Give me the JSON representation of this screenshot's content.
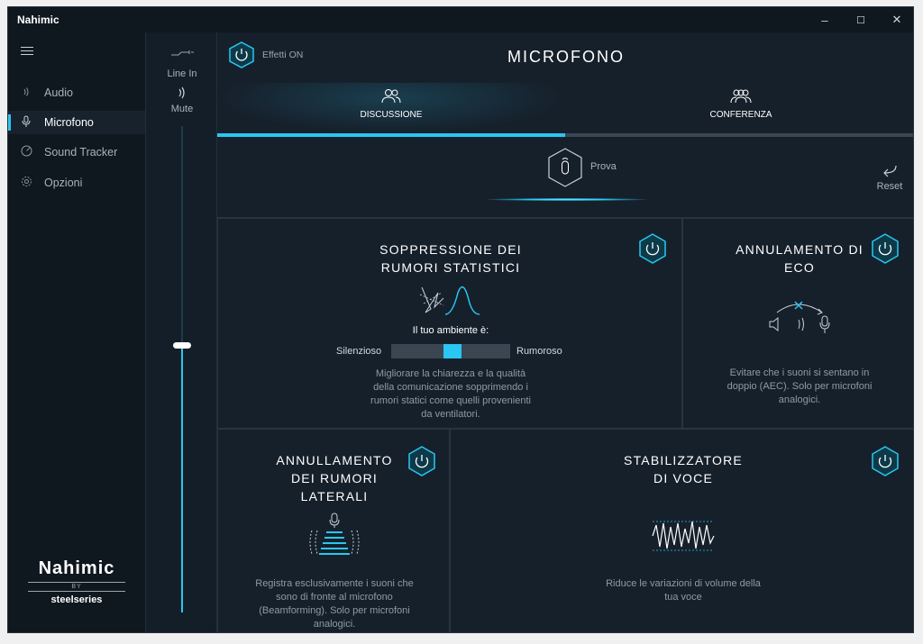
{
  "window": {
    "title": "Nahimic"
  },
  "window_controls": {
    "minimize": "–",
    "maximize": "☐",
    "close": "✕"
  },
  "sidebar": {
    "items": [
      {
        "label": "Audio",
        "icon": "speaker-waves-icon",
        "active": false
      },
      {
        "label": "Microfono",
        "icon": "microphone-icon",
        "active": true
      },
      {
        "label": "Sound Tracker",
        "icon": "radar-icon",
        "active": false
      },
      {
        "label": "Opzioni",
        "icon": "gear-icon",
        "active": false
      }
    ],
    "brand": {
      "name": "Nahimic",
      "by": "BY",
      "partner": "steelseries"
    }
  },
  "device": {
    "input_label": "Line In",
    "mute_label": "Mute",
    "volume_level": 0.55
  },
  "header": {
    "effects_label": "Effetti ON",
    "title": "MICROFONO"
  },
  "tabs": [
    {
      "label": "DISCUSSIONE",
      "active": true
    },
    {
      "label": "CONFERENZA",
      "active": false
    }
  ],
  "prova": {
    "label": "Prova",
    "reset_label": "Reset"
  },
  "cards": {
    "noise": {
      "title_line1": "SOPPRESSIONE DEI",
      "title_line2": "RUMORI STATISTICI",
      "ambient_label": "Il tuo ambiente è:",
      "quiet_label": "Silenzioso",
      "noisy_label": "Rumoroso",
      "ambient_level": 0.5,
      "desc_line1": "Migliorare la chiarezza e la qualità",
      "desc_line2": "della comunicazione sopprimendo i",
      "desc_line3": "rumori statici come quelli provenienti",
      "desc_line4": "da ventilatori."
    },
    "echo": {
      "title_line1": "ANNULAMENTO DI",
      "title_line2": "ECO",
      "desc_line1": "Evitare che i suoni si sentano in",
      "desc_line2": "doppio (AEC). Solo per microfoni",
      "desc_line3": "analogici."
    },
    "beam": {
      "title_line1": "ANNULLAMENTO",
      "title_line2": "DEI RUMORI",
      "title_line3": "LATERALI",
      "desc_line1": "Registra esclusivamente i suoni che",
      "desc_line2": "sono di fronte al microfono",
      "desc_line3": "(Beamforming). Solo per microfoni",
      "desc_line4": "analogici."
    },
    "voice": {
      "title_line1": "STABILIZZATORE",
      "title_line2": "DI VOCE",
      "desc_line1": "Riduce le variazioni di volume della",
      "desc_line2": "tua voce"
    }
  },
  "colors": {
    "accent": "#29c7f2",
    "background": "#16202b",
    "sidebar": "#0f171f"
  }
}
